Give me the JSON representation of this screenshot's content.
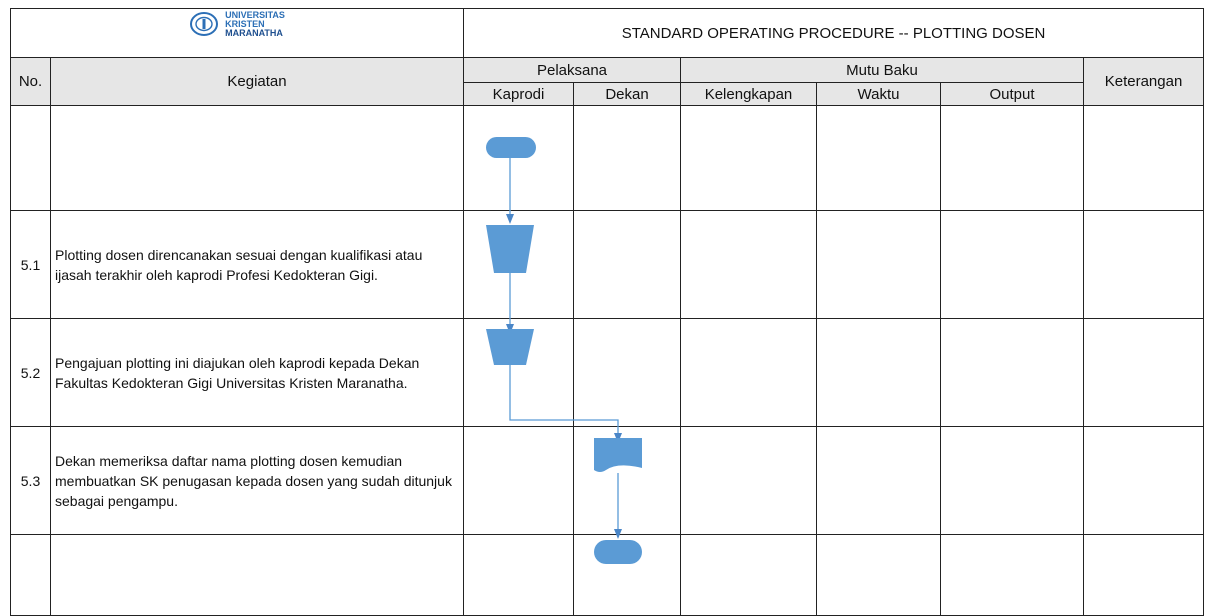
{
  "header": {
    "logo": {
      "line1": "UNIVERSITAS",
      "line2": "KRISTEN",
      "line3": "MARANATHA"
    },
    "title": "STANDARD OPERATING PROCEDURE -- PLOTTING DOSEN"
  },
  "columns": {
    "no": "No.",
    "kegiatan": "Kegiatan",
    "pelaksana": "Pelaksana",
    "kaprodi": "Kaprodi",
    "dekan": "Dekan",
    "mutu_baku": "Mutu Baku",
    "kelengkapan": "Kelengkapan",
    "waktu": "Waktu",
    "output": "Output",
    "keterangan": "Keterangan"
  },
  "rows": [
    {
      "no": "",
      "kegiatan": ""
    },
    {
      "no": "5.1",
      "kegiatan": "Plotting dosen direncanakan sesuai dengan kualifikasi atau ijasah terakhir oleh kaprodi Profesi Kedokteran Gigi."
    },
    {
      "no": "5.2",
      "kegiatan": "Pengajuan plotting ini diajukan oleh kaprodi kepada Dekan Fakultas Kedokteran Gigi Universitas Kristen Maranatha."
    },
    {
      "no": "5.3",
      "kegiatan": "Dekan memeriksa daftar nama plotting dosen kemudian membuatkan SK penugasan kepada dosen yang sudah ditunjuk sebagai pengampu."
    },
    {
      "no": "",
      "kegiatan": ""
    }
  ],
  "flow": {
    "shape_color": "#5b9bd5",
    "line_color": "#5b9bd5",
    "shapes": [
      "start-terminator",
      "manual-operation",
      "manual-operation",
      "document",
      "end-terminator"
    ]
  }
}
